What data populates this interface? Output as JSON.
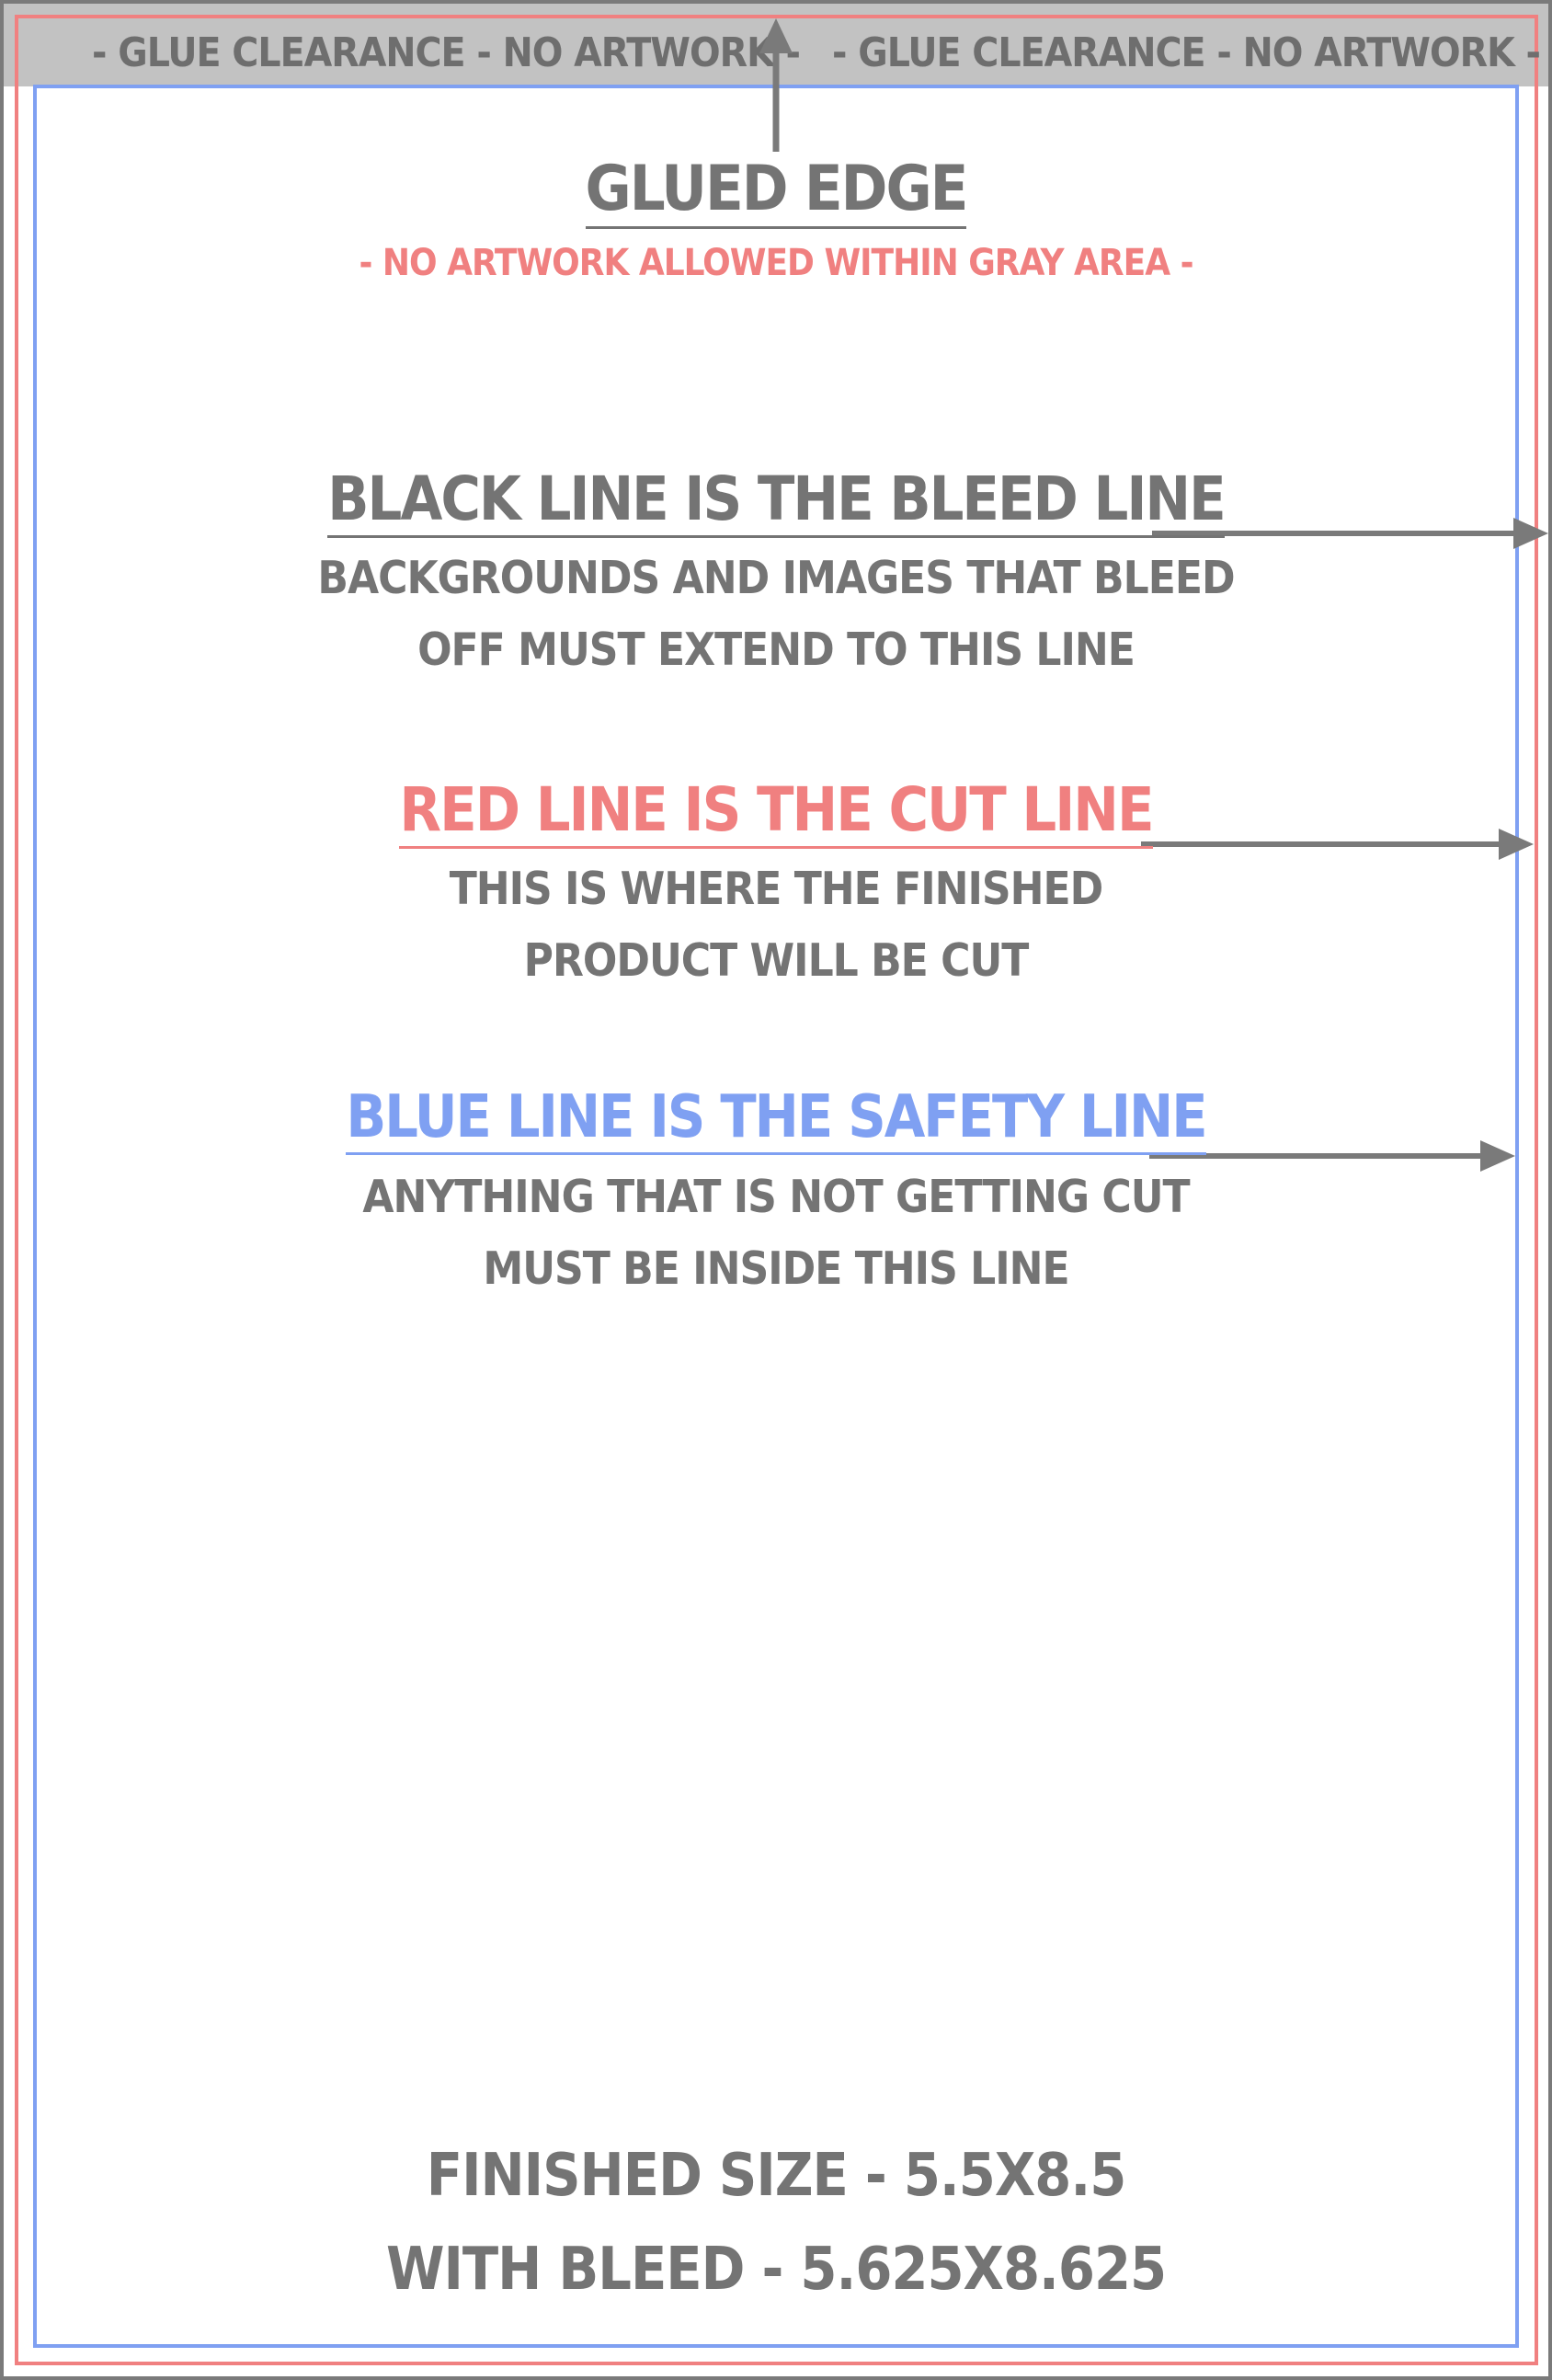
{
  "glue_clearance": {
    "left_label": "- GLUE CLEARANCE - NO ARTWORK -",
    "right_label": "- GLUE CLEARANCE - NO ARTWORK -"
  },
  "glued_edge": {
    "title": "GLUED EDGE",
    "note": "- NO ARTWORK ALLOWED WITHIN GRAY AREA -"
  },
  "black_line": {
    "title": "BLACK LINE IS THE BLEED LINE",
    "line1": "BACKGROUNDS AND IMAGES THAT BLEED",
    "line2": "OFF MUST EXTEND TO THIS LINE"
  },
  "red_line": {
    "title": "RED LINE IS THE CUT LINE",
    "line1": "THIS IS WHERE THE FINISHED",
    "line2": "PRODUCT WILL BE CUT"
  },
  "blue_line": {
    "title": "BLUE LINE IS THE SAFETY LINE",
    "line1": "ANYTHING THAT IS NOT GETTING CUT",
    "line2": "MUST BE INSIDE THIS LINE"
  },
  "sizes": {
    "finished": "FINISHED SIZE - 5.5X8.5",
    "with_bleed": "WITH BLEED - 5.625X8.625"
  },
  "colors": {
    "bleed_line": "#7a7a7a",
    "cut_line": "#f08080",
    "safety_line": "#7fa0f2",
    "glue_area": "#c2c2c2",
    "text_gray": "#747474"
  },
  "icons": {
    "glued_edge_arrow": "arrow-up-icon",
    "bleed_arrow": "arrow-right-icon",
    "cut_arrow": "arrow-right-icon",
    "safety_arrow": "arrow-right-icon"
  }
}
